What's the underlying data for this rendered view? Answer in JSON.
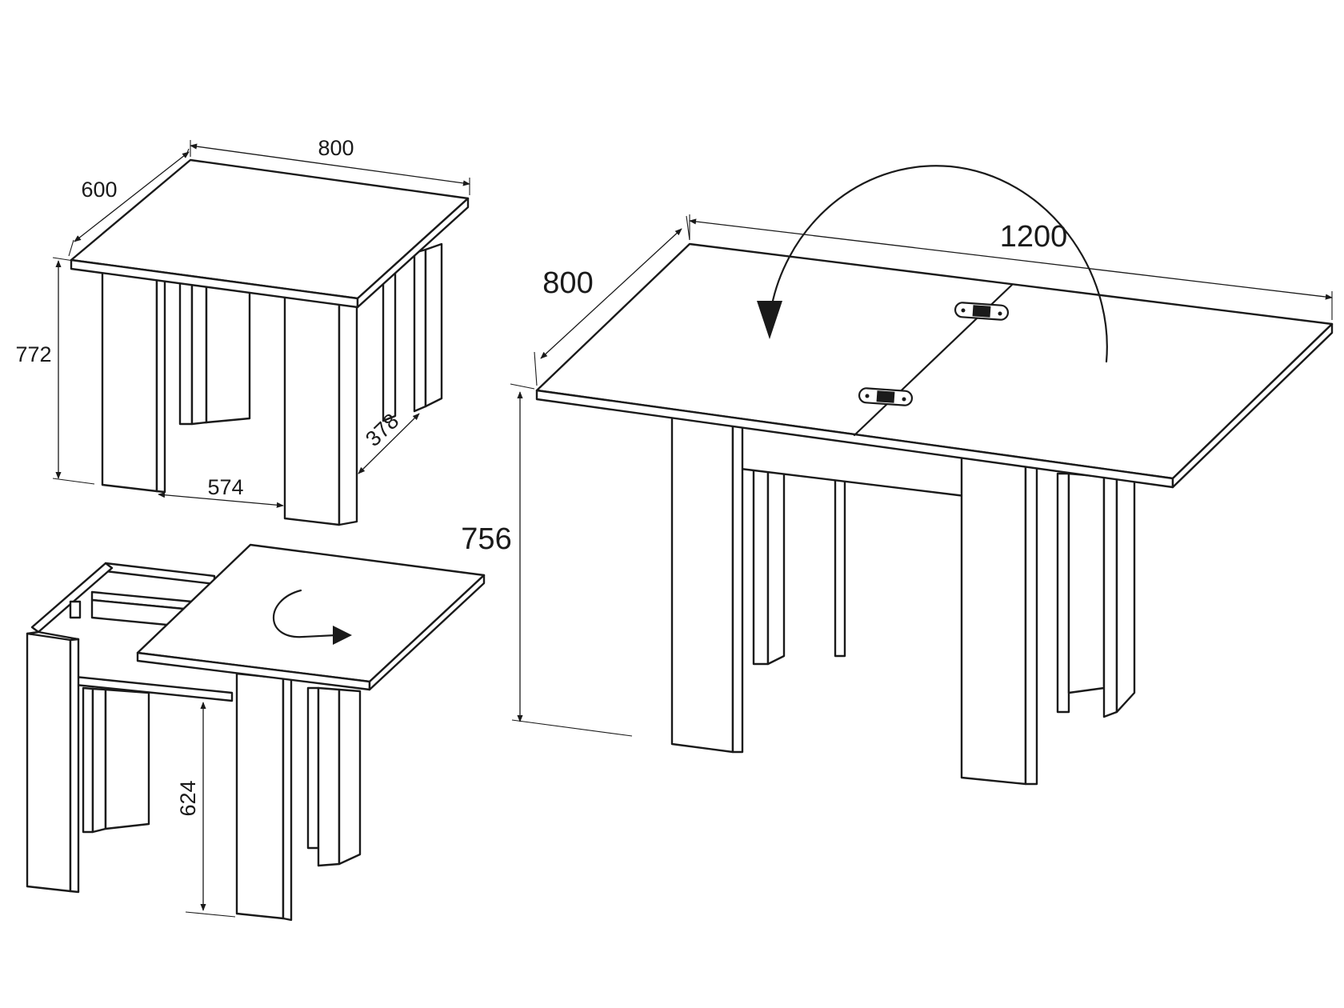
{
  "figure": {
    "closed_table": {
      "dimensions": {
        "width": "800",
        "depth": "600",
        "height": "772",
        "inner_width": "574",
        "inner_depth": "378"
      }
    },
    "opening_table": {
      "dimensions": {
        "inner_height": "624"
      }
    },
    "open_table": {
      "dimensions": {
        "width": "1200",
        "depth": "800",
        "height": "756"
      }
    }
  }
}
